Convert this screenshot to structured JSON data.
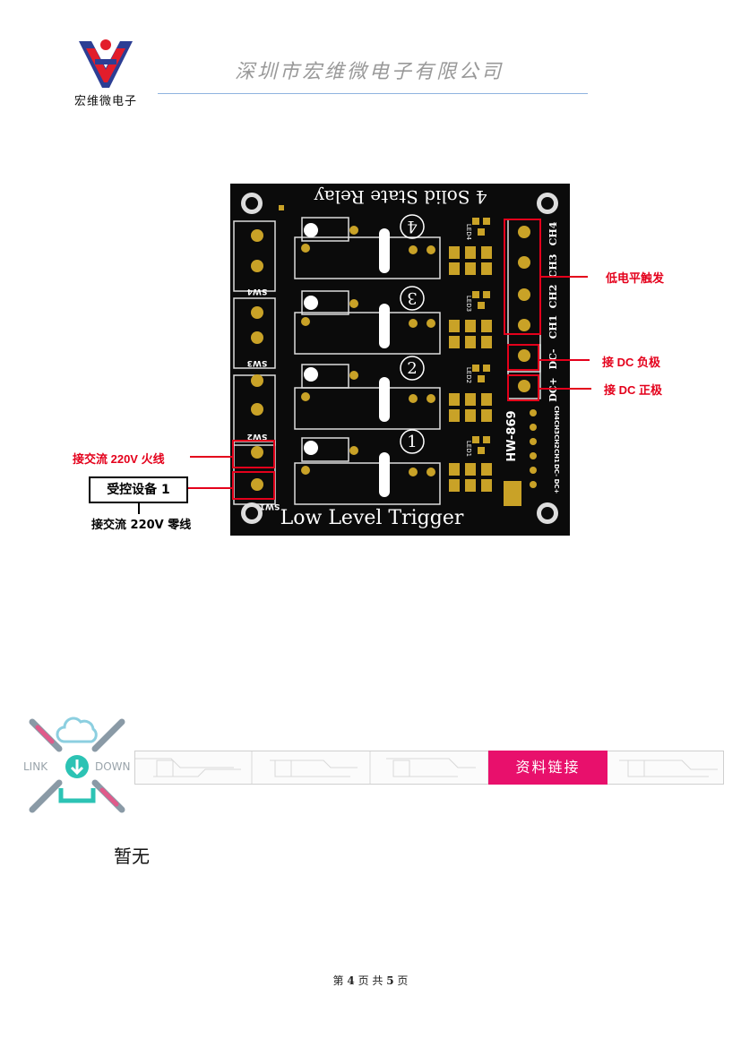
{
  "header": {
    "logo_text": "宏维微电子",
    "company": "深圳市宏维微电子有限公司"
  },
  "board": {
    "title": "4 Solid State Relay",
    "subtitle": "Low Level Trigger",
    "model": "HW-869",
    "sw_labels": [
      "SW4",
      "SW3",
      "SW2",
      "SW1"
    ],
    "channel_labels": [
      "CH4",
      "CH3",
      "CH2",
      "CH1"
    ],
    "power_labels": [
      "DC-",
      "DC+"
    ],
    "header_pins": [
      "CH4",
      "CH3",
      "CH2",
      "CH1",
      "DC-",
      "DC+"
    ],
    "led_labels": [
      "LED4",
      "LED3",
      "LED2",
      "LED1"
    ],
    "relay_numbers": [
      "4",
      "3",
      "2",
      "1"
    ]
  },
  "annotations": {
    "low_trigger": "低电平触发",
    "dc_negative": "接 DC 负极",
    "dc_positive": "接 DC 正极",
    "ac_live": "接交流 220V 火线",
    "device": "受控设备 1",
    "ac_neutral": "接交流 220V 零线"
  },
  "download": {
    "left_word": "LINK",
    "right_word": "DOWN",
    "button_label": "资料链接",
    "none_text": "暂无"
  },
  "footer": {
    "prefix": "第",
    "page": "4",
    "middle": "页  共",
    "total": "5",
    "suffix": "页"
  },
  "colors": {
    "accent_red": "#e4001b",
    "link_pink": "#e8106c",
    "header_line": "#8fb3df",
    "board": "#0b0b0b",
    "pad_gold": "#c9a227"
  }
}
